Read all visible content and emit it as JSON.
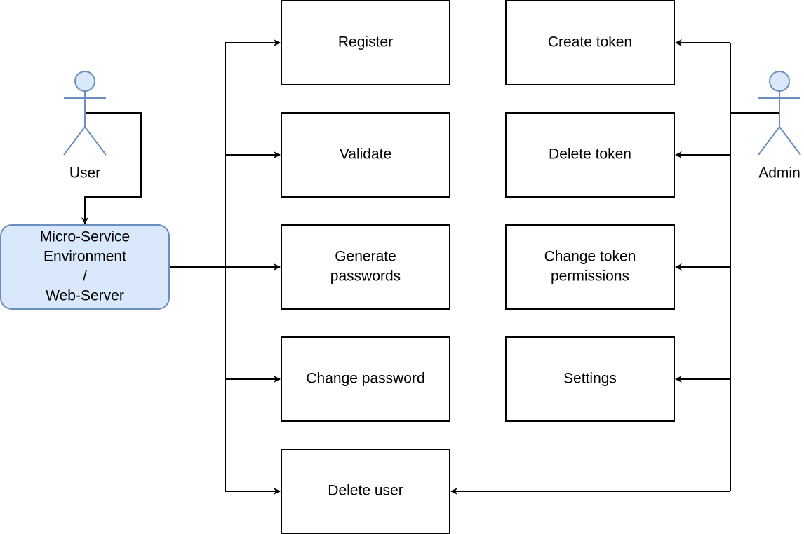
{
  "actors": {
    "user": {
      "label": "User"
    },
    "admin": {
      "label": "Admin"
    }
  },
  "service": {
    "lines": [
      "Micro-Service",
      "Environment",
      "/",
      "Web-Server"
    ]
  },
  "user_actions": {
    "register": {
      "lines": [
        "Register"
      ]
    },
    "validate": {
      "lines": [
        "Validate"
      ]
    },
    "generate_passwords": {
      "lines": [
        "Generate",
        "passwords"
      ]
    },
    "change_password": {
      "lines": [
        "Change password"
      ]
    },
    "delete_user": {
      "lines": [
        "Delete user"
      ]
    }
  },
  "admin_actions": {
    "create_token": {
      "lines": [
        "Create token"
      ]
    },
    "delete_token": {
      "lines": [
        "Delete token"
      ]
    },
    "change_token_permissions": {
      "lines": [
        "Change token",
        "permissions"
      ]
    },
    "settings": {
      "lines": [
        "Settings"
      ]
    }
  },
  "colors": {
    "actor_fill": "#dae8fc",
    "actor_stroke": "#6c8ebf",
    "service_fill": "#dae8fc",
    "service_stroke": "#6c8ebf",
    "box_stroke": "#000000",
    "edge": "#000000"
  }
}
